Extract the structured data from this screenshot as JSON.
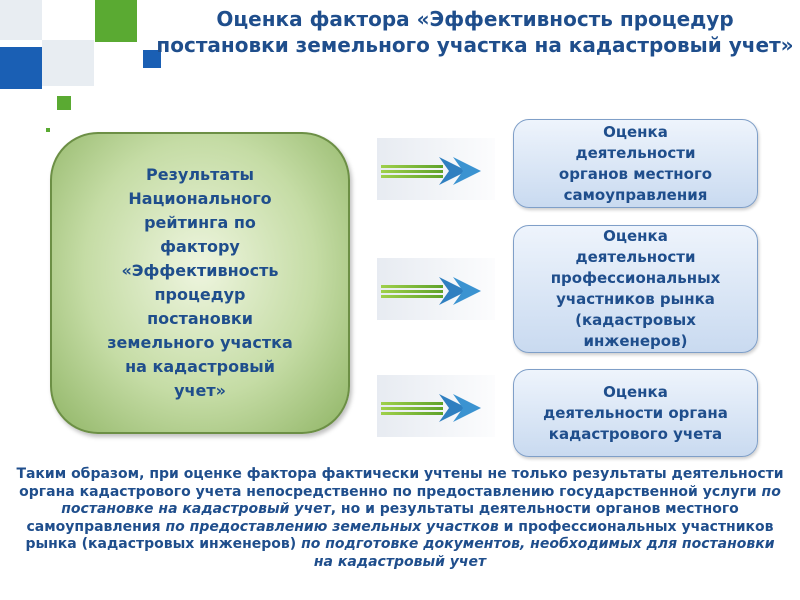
{
  "title": "Оценка фактора «Эффективность процедур постановки земельного участка на кадастровый учет»",
  "main_box": "Результаты\nНационального\nрейтинга  по\nфактору\n«Эффективность\nпроцедур\nпостановки\nземельного участка\nна кадастровый\nучет»",
  "right_boxes": [
    "Оценка\nдеятельности\nорганов местного\nсамоуправления",
    "Оценка\nдеятельности\nпрофессиональных\nучастников рынка\n(кадастровых\nинженеров)",
    "Оценка\nдеятельности органа\nкадастрового учета"
  ],
  "summary": {
    "p1": "Таким образом, при оценке фактора фактически  учтены не только результаты деятельности органа кадастрового учета непосредственно по предоставлению государственной услуги ",
    "p2": "по постановке на кадастровый учет",
    "p3": ", но и  результаты деятельности органов местного самоуправления ",
    "p4": "по предоставлению земельных участков",
    "p5": " и профессиональных  участников рынка (кадастровых инженеров) ",
    "p6": "по подготовке документов, необходимых для постановки на кадастровый учет"
  },
  "colors": {
    "title_text": "#1f4e8c",
    "deco_green": "#5aaa32",
    "deco_blue": "#1a5fb4",
    "main_box_fill": "#c5dca5",
    "right_box_fill": "#dbe7f6",
    "arrow_green": "#77b72c",
    "arrow_blue": "#2f7fc0"
  },
  "icons": [
    "double-arrow-icon",
    "double-arrow-icon",
    "double-arrow-icon"
  ]
}
